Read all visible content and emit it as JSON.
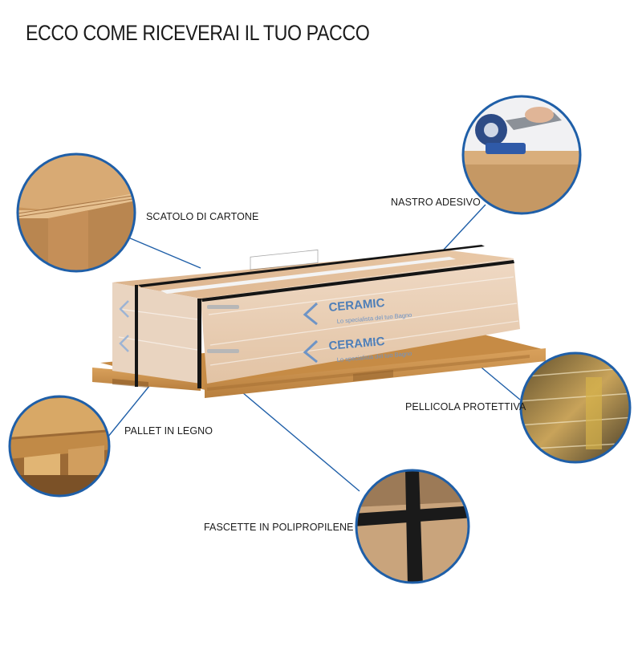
{
  "title": "ECCO COME RICEVERAI IL TUO PACCO",
  "labels": {
    "cartone": "SCATOLO DI CARTONE",
    "nastro": "NASTRO ADESIVO",
    "pallet": "PALLET IN LEGNO",
    "pellicola": "PELLICOLA PROTETTIVA",
    "fascette": "FASCETTE IN POLIPROPILENE"
  },
  "brand": {
    "name": "CERAMIC",
    "tagline": "Lo specialista del tuo Bagno",
    "tape_text": "CERAMIC"
  },
  "colors": {
    "leader_line": "#1f5fa8",
    "cardboard": "#d9b48a",
    "pallet_wood": "#c9914d",
    "brand_blue": "#4f7fb8",
    "strap": "#151515"
  },
  "icons": [
    "corrugated-cardboard-photo",
    "tape-dispenser-photo",
    "wooden-pallet-photo",
    "stretch-film-photo",
    "polypropylene-strap-photo"
  ]
}
